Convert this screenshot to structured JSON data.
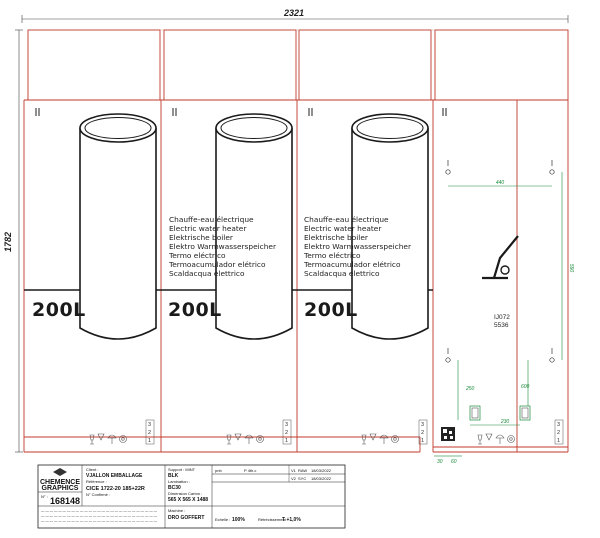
{
  "dimensions": {
    "width": "2321",
    "height": "1782"
  },
  "panels": [
    {
      "volume": "200L",
      "has_text": false
    },
    {
      "volume": "200L",
      "has_text": true
    },
    {
      "volume": "200L",
      "has_text": true
    }
  ],
  "product_names": [
    "Chauffe-eau électrique",
    "Electric water heater",
    "Elektrische boiler",
    "Elektro Warmwasserspeicher",
    "Termo eléctrico",
    "Termoacumulador elétrico",
    "Scaldacqua elettrico"
  ],
  "handling_marks": {
    "orientation": "II",
    "stack_levels": [
      "3",
      "2",
      "1"
    ]
  },
  "side_panel": {
    "dims": {
      "top": "440",
      "right": "590",
      "left": "250",
      "right_low": "600",
      "bottom": "230",
      "foot_left": "30",
      "foot_mid": "60"
    },
    "ref_lines": [
      "IJ072",
      "5536"
    ]
  },
  "title_block": {
    "company_line1": "CHEMENCE",
    "company_line2": "GRAPHICS",
    "order_label": "N° :",
    "order_number": "168148",
    "client_label": "Client :",
    "client_value": "VJALLON EMBALLAGE",
    "reference_label": "Référence :",
    "reference_value": "CICE 1722-20 185+22R",
    "confirm_label": "N° Confirmé :",
    "support_label": "Support : MINT",
    "support_value": "BLK",
    "laminate_label": "Lamination :",
    "laminate_value": "BC30",
    "dimension_label": "Dimension Carton :",
    "dimension_value": "565 X 565 X 1488",
    "machine_label": "Machine :",
    "machine_value": "DRO GOFFERT",
    "scale_label": "Echelle :",
    "scale_value": "100%",
    "shrink_label": "Rétrécissement :",
    "shrink_value": "T +1,0%",
    "color_code": "pnb",
    "color_code_2": "P 4th.c",
    "version_1": "V1",
    "version_2": "V2",
    "init_1": "RAW",
    "init_2": "SYC",
    "date_1": "18/03/2022",
    "date_2": "18/03/2022"
  }
}
